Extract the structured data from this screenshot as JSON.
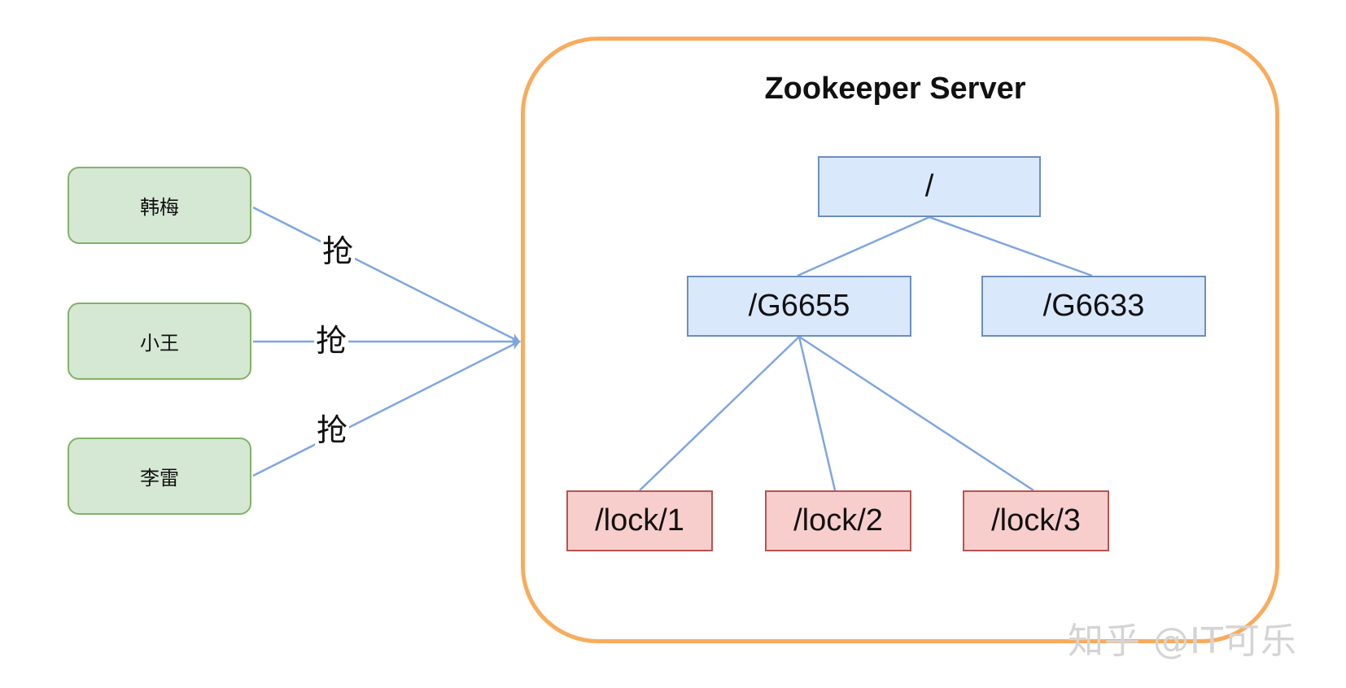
{
  "colors": {
    "client_fill": "#d5e8d4",
    "client_border": "#82b366",
    "server_border": "#f8ac5c",
    "znode_fill": "#dae8fc",
    "znode_border": "#6c8ebf",
    "lock_fill": "#f8cecc",
    "lock_border": "#b85450",
    "edge": "#7ea6e0"
  },
  "clients": [
    {
      "name": "韩梅"
    },
    {
      "name": "小王"
    },
    {
      "name": "李雷"
    }
  ],
  "edge_labels": [
    "抢",
    "抢",
    "抢"
  ],
  "server": {
    "title": "Zookeeper Server",
    "root": "/",
    "nodes": [
      "/G6655",
      "/G6633"
    ],
    "locks": [
      "/lock/1",
      "/lock/2",
      "/lock/3"
    ]
  },
  "watermark": "知乎 @IT可乐"
}
